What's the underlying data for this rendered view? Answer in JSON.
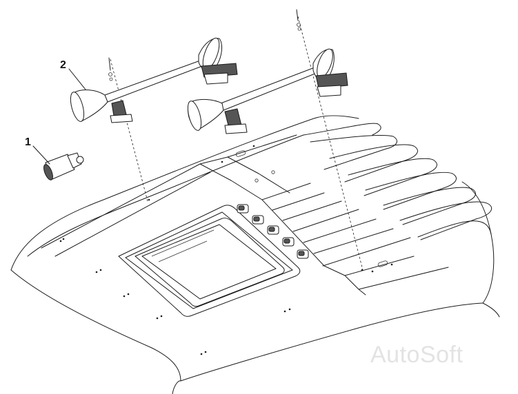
{
  "callouts": [
    {
      "id": "1",
      "label": "1",
      "part": "horn-valve"
    },
    {
      "id": "2",
      "label": "2",
      "part": "air-horn"
    }
  ],
  "watermark": {
    "text": "AutoSoft"
  },
  "colors": {
    "line": "#1a1a1a",
    "background": "#ffffff",
    "watermark": "#e3e3e3"
  }
}
